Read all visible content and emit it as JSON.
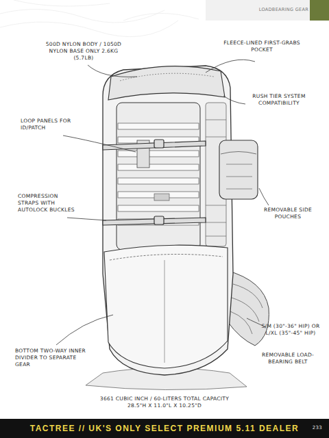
{
  "diagram": {
    "nodes": [
      {
        "text": [
          "TACTREE // UK'S ONLY SELECT PREMIUM 5.11 DEALER"
        ]
      }
    ],
    "labels": [
      "LOADBEARING GEAR",
      "500D NYLON BODY / 1050D NYLON BASE ONLY 2.6KG (5.7LB)",
      "FLEECE-LINED FIRST-GRABS POCKET",
      "RUSH TIER SYSTEM COMPATIBILITY",
      "LOOP PANELS FOR ID/PATCH",
      "COMPRESSION STRAPS WITH AUTOLOCK BUCKLES",
      "REMOVABLE SIDE POUCHES",
      "S/M (30\"-36\" HIP) OR L/XL (35\"-45\" HIP)",
      "REMOVABLE LOAD-BEARING BELT",
      "BOTTOM TWO-WAY INNER DIVIDER TO SEPARATE GEAR",
      "3661 CUBIC INCH / 60-LITERS TOTAL CAPACITY 28.5\"H X 11.0\"L X 10.25\"D",
      "233"
    ]
  }
}
